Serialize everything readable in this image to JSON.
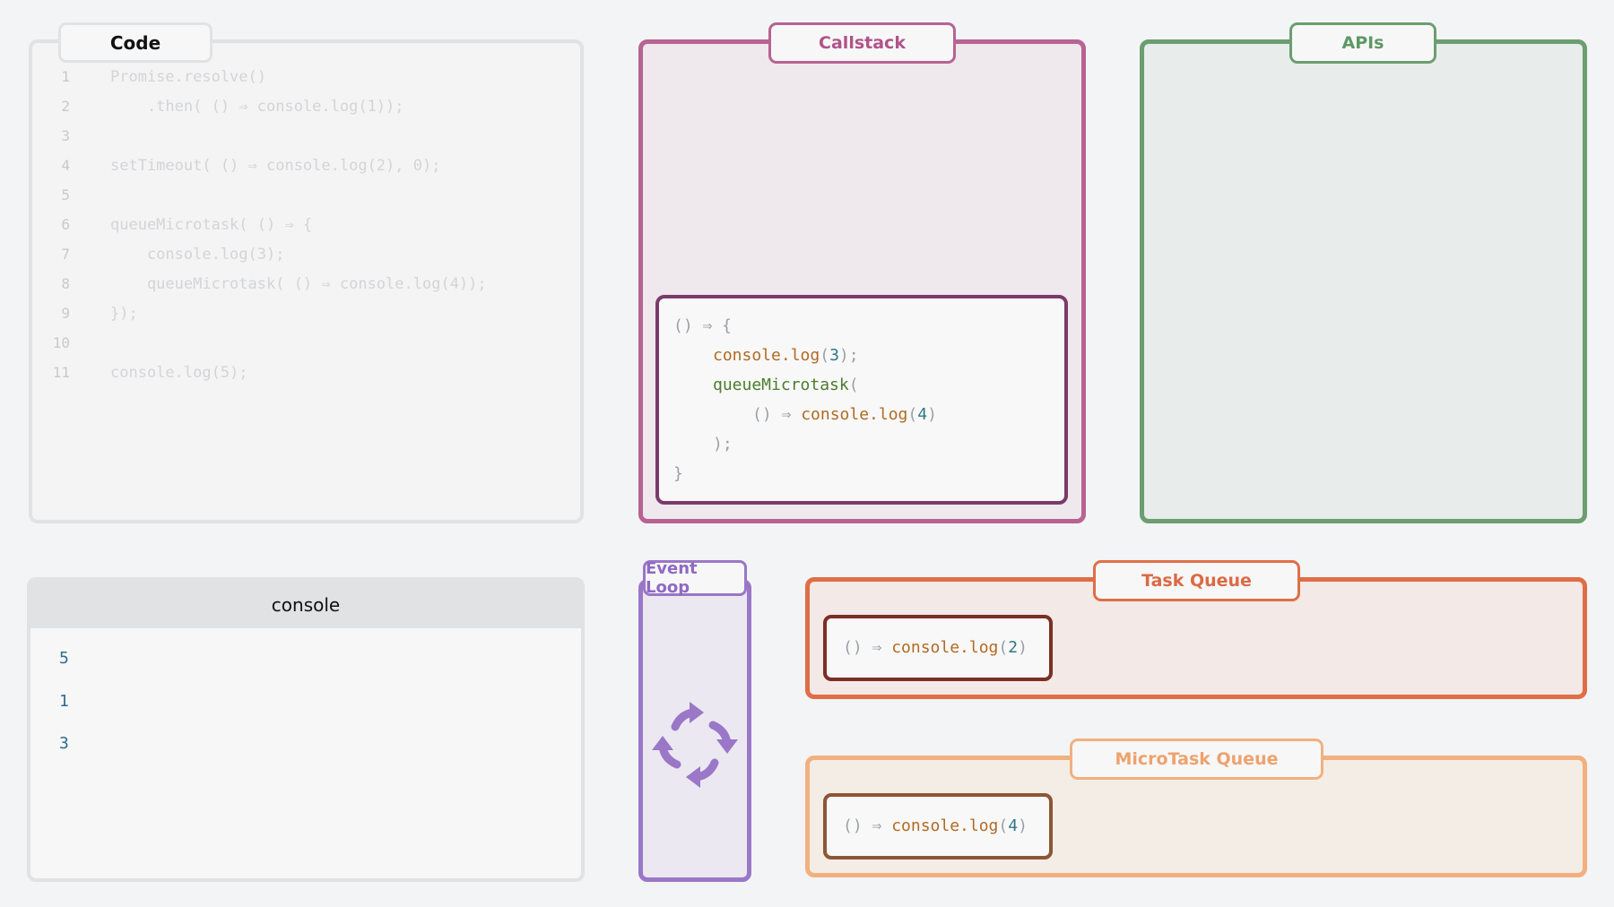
{
  "code": {
    "title": "Code",
    "lines": [
      {
        "num": "1",
        "text": "Promise.resolve()"
      },
      {
        "num": "2",
        "text": "    .then( () ⇒ console.log(1));"
      },
      {
        "num": "3",
        "text": ""
      },
      {
        "num": "4",
        "text": "setTimeout( () ⇒ console.log(2), 0);"
      },
      {
        "num": "5",
        "text": ""
      },
      {
        "num": "6",
        "text": "queueMicrotask( () ⇒ {"
      },
      {
        "num": "7",
        "text": "    console.log(3);"
      },
      {
        "num": "8",
        "text": "    queueMicrotask( () ⇒ console.log(4));"
      },
      {
        "num": "9",
        "text": "});"
      },
      {
        "num": "10",
        "text": ""
      },
      {
        "num": "11",
        "text": "console.log(5);"
      }
    ]
  },
  "callstack": {
    "title": "Callstack",
    "frame": {
      "l1": "() ⇒ {",
      "l2a": "console.log",
      "l2b": "(",
      "l2c": "3",
      "l2d": ");",
      "l3a": "queueMicrotask",
      "l3b": "(",
      "l4a": "() ⇒ ",
      "l4b": "console.log",
      "l4c": "(",
      "l4d": "4",
      "l4e": ")",
      "l5": ");",
      "l6": "}"
    }
  },
  "apis": {
    "title": "APIs"
  },
  "console": {
    "title": "console",
    "outputs": [
      "5",
      "1",
      "3"
    ]
  },
  "event_loop": {
    "title": "Event Loop"
  },
  "task_queue": {
    "title": "Task Queue",
    "item": {
      "a": "() ⇒ ",
      "b": "console.log",
      "c": "(",
      "d": "2",
      "e": ")"
    }
  },
  "microtask_queue": {
    "title": "MicroTask Queue",
    "item": {
      "a": "() ⇒ ",
      "b": "console.log",
      "c": "(",
      "d": "4",
      "e": ")"
    }
  },
  "colors": {
    "callstack": "#b76393",
    "apis": "#6b9e70",
    "event_loop": "#9a77c7",
    "task_queue": "#df6e46",
    "microtask_queue": "#f2b07f"
  }
}
